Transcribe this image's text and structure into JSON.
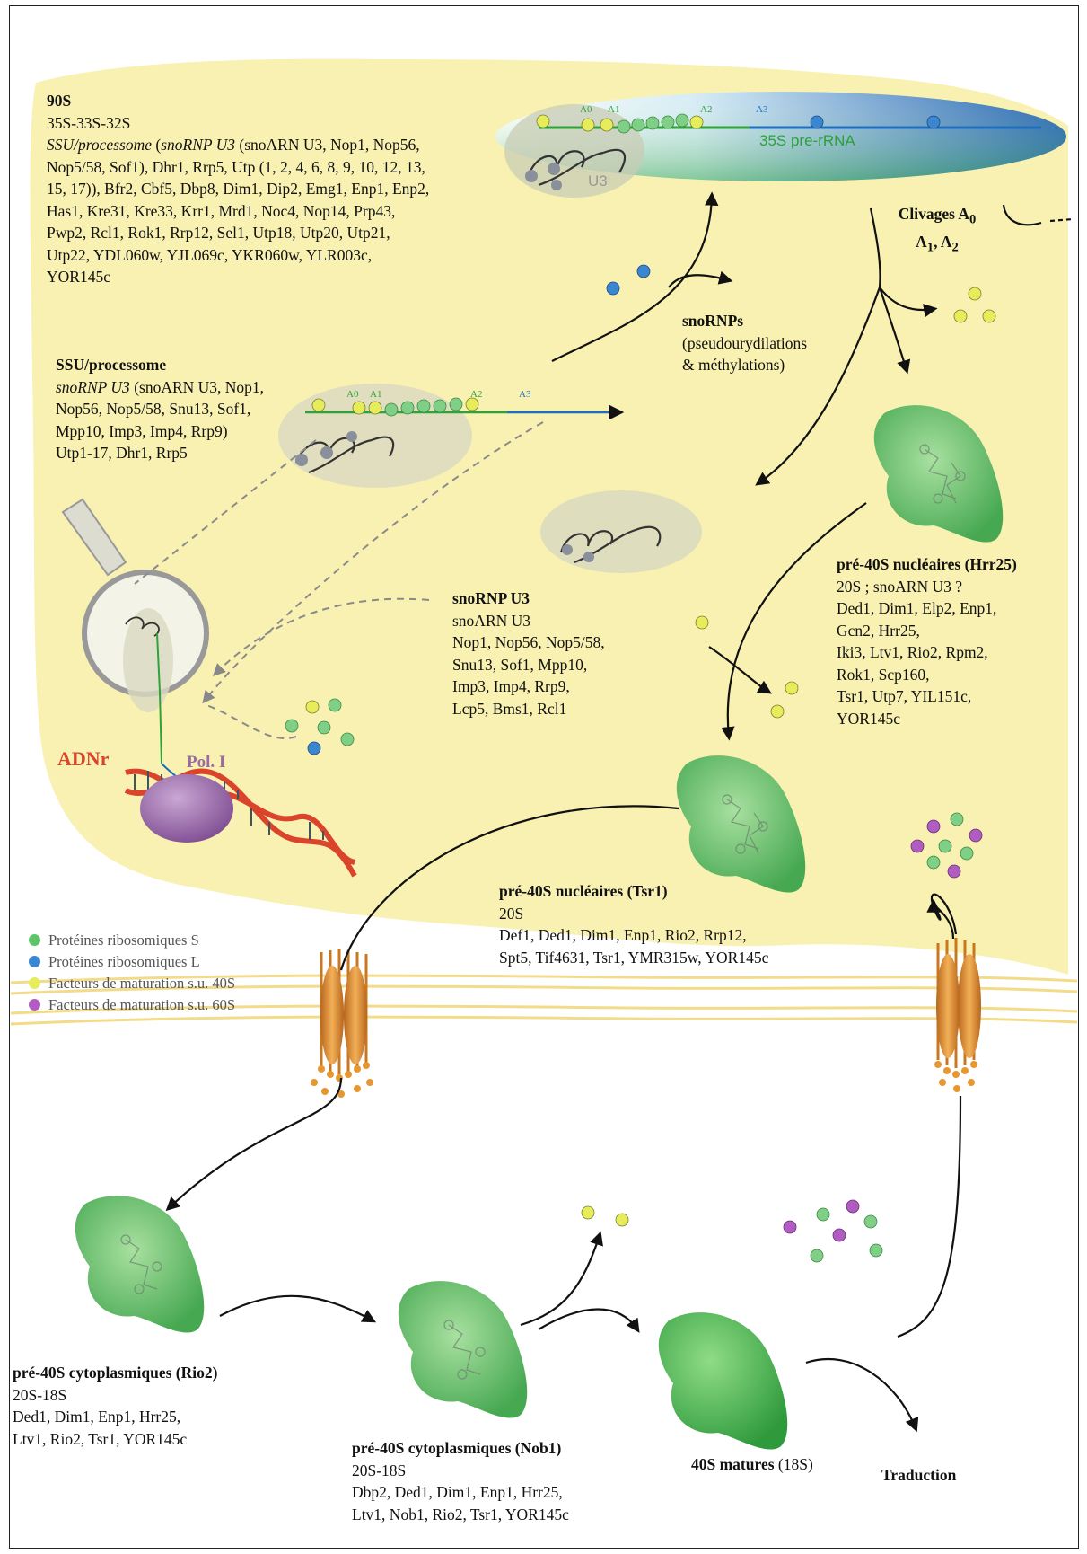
{
  "diagram": {
    "labels": {
      "pre_rrna": "35S pre-rRNA",
      "u3": "U3",
      "a0": "A0",
      "a1": "A1",
      "a2": "A2",
      "a3": "A3",
      "clivages_line1": "Clivages A",
      "clivages_sub0": "0",
      "clivages_line2_a": "A",
      "clivages_sub1": "1",
      "clivages_line2_b": ", A",
      "clivages_sub2": "2",
      "adnr": "ADNr",
      "pol1": "Pol. I",
      "snornps_title": "snoRNPs",
      "snornps_l1": "(pseudourydilations",
      "snornps_l2": "& méthylations)"
    },
    "blocks": {
      "s90": {
        "title": "90S",
        "lines": [
          "35S-33S-32S",
          "Nop5/58, Sof1), Dhr1, Rrp5, Utp (1, 2, 4, 6, 8, 9, 10, 12, 13,",
          "15, 17)), Bfr2, Cbf5, Dbp8, Dim1, Dip2, Emg1, Enp1, Enp2,",
          "Has1, Kre31, Kre33, Krr1, Mrd1, Noc4, Nop14, Prp43,",
          "Pwp2, Rcl1, Rok1, Rrp12, Sel1, Utp18, Utp20, Utp21,",
          "Utp22, YDL060w, YJL069c, YKR060w, YLR003c,",
          "YOR145c"
        ],
        "it1": "SSU/processome",
        "mix1": " (",
        "it2": "snoRNP U3",
        "mix2": " (snoARN U3, Nop1, Nop56,"
      },
      "ssu": {
        "title": "SSU/processome",
        "it": "snoRNP U3",
        "mix": " (snoARN U3, Nop1,",
        "lines": [
          "Nop56, Nop5/58, Snu13, Sof1,",
          "Mpp10, Imp3, Imp4, Rrp9)",
          "Utp1-17, Dhr1, Rrp5"
        ]
      },
      "snornp_u3": {
        "title": "snoRNP U3",
        "lines": [
          "snoARN U3",
          "Nop1, Nop56, Nop5/58,",
          "Snu13, Sof1, Mpp10,",
          "Imp3, Imp4, Rrp9,",
          "Lcp5, Bms1, Rcl1"
        ]
      },
      "hrr25": {
        "title": "pré-40S nucléaires (Hrr25)",
        "lines": [
          "20S ; snoARN U3 ?",
          "Ded1, Dim1, Elp2, Enp1,",
          "Gcn2, Hrr25,",
          "Iki3, Ltv1, Rio2, Rpm2,",
          "Rok1, Scp160,",
          "Tsr1, Utp7, YIL151c,",
          "YOR145c"
        ]
      },
      "tsr1": {
        "title": "pré-40S nucléaires (Tsr1)",
        "lines": [
          "20S",
          "Def1, Ded1, Dim1, Enp1, Rio2, Rrp12,",
          "Spt5, Tif4631, Tsr1, YMR315w, YOR145c"
        ]
      },
      "rio2": {
        "title": "pré-40S cytoplasmiques (Rio2)",
        "lines": [
          "20S-18S",
          "Ded1, Dim1, Enp1, Hrr25,",
          "Ltv1, Rio2, Tsr1, YOR145c"
        ]
      },
      "nob1": {
        "title": "pré-40S cytoplasmiques (Nob1)",
        "lines": [
          "20S-18S",
          "Dbp2, Ded1, Dim1, Enp1, Hrr25,",
          "Ltv1, Nob1, Rio2, Tsr1, YOR145c"
        ]
      },
      "mature": {
        "title": "40S matures",
        "suffix": " (18S)"
      },
      "traduction": {
        "title": "Traduction"
      }
    },
    "legend": [
      {
        "label": "Protéines ribosomiques S",
        "color": "#5ec46a"
      },
      {
        "label": "Protéines ribosomiques L",
        "color": "#3a86d0"
      },
      {
        "label": "Facteurs de maturation s.u. 40S",
        "color": "#e6ec5a"
      },
      {
        "label": "Facteurs de maturation s.u. 60S",
        "color": "#b05cc0"
      }
    ],
    "colors": {
      "nucleus": "#f8f1b2",
      "green_rna": "#2fa33a",
      "blue_rna": "#1f6fc0",
      "subunit": "#63c36a",
      "dna_red": "#d9442b",
      "pol": "#9b6ba8"
    }
  }
}
